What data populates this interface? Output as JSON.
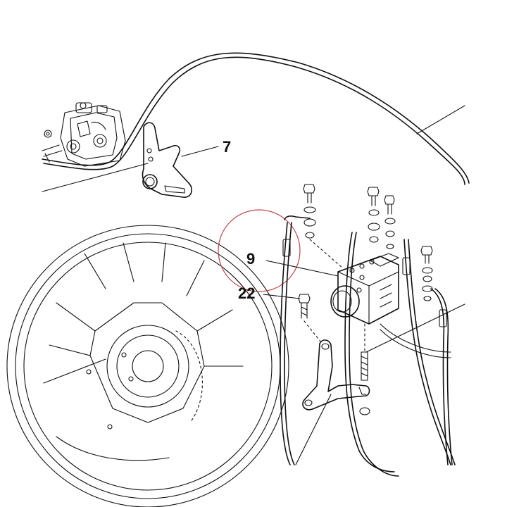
{
  "callouts": {
    "part_7": "7",
    "part_9": "9",
    "part_22": "22"
  },
  "colors": {
    "line": "#111111",
    "highlight_circle": "#c0444a",
    "background": "#ffffff"
  }
}
